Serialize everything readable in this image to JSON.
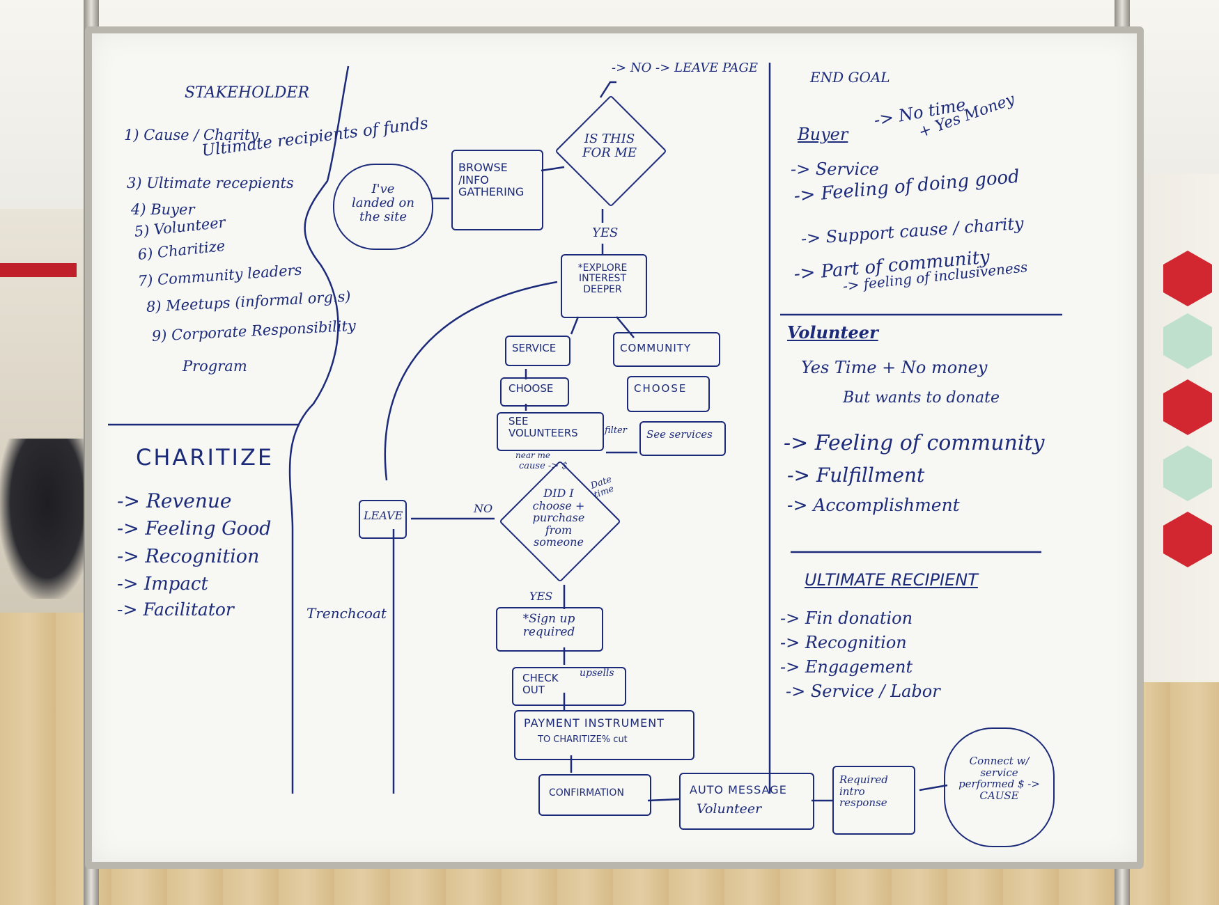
{
  "stakeholder": {
    "title": "STAKEHOLDER",
    "items": [
      "1) Cause / Charity",
      "Ultimate recipients of funds",
      "3) Ultimate recepients",
      "4) Buyer",
      "5) Volunteer",
      "6) Charitize",
      "7) Community leaders",
      "8) Meetups (informal org.s)",
      "9) Corporate Responsibility",
      "Program"
    ]
  },
  "charitize": {
    "title": "CHARITIZE",
    "items": [
      "-> Revenue",
      "-> Feeling Good",
      "-> Recognition",
      "-> Impact",
      "-> Facilitator"
    ]
  },
  "trenchcoat": "Trenchcoat",
  "flow": {
    "landed": "I've landed on the site",
    "browse": "BROWSE /INFO GATHERING",
    "is_this_for_me": "IS THIS FOR ME",
    "no_leave": "-> NO -> LEAVE PAGE",
    "yes1": "YES",
    "explore": "*EXPLORE INTEREST DEEPER",
    "service": "SERVICE",
    "community": "COMMUNITY",
    "choose1": "CHOOSE",
    "choose2": "CHOOSE",
    "see_volunteers": "SEE VOLUNTEERS",
    "filter": "filter",
    "see_services": "See services",
    "near_me": "near me",
    "cause_dollar": "cause -> $",
    "date_time": "Date time",
    "did_i_choose": "DID I choose + purchase from someone",
    "no2": "NO",
    "leave": "LEAVE",
    "yes2": "YES",
    "sign_up": "*Sign up required",
    "check_out": "CHECK OUT",
    "upsells": "upsells",
    "payment": "PAYMENT INSTRUMENT",
    "to_charitize": "TO CHARITIZE% cut",
    "confirmation": "CONFIRMATION",
    "auto_message": "AUTO MESSAGE",
    "volunteer": "Volunteer",
    "required_intro": "Required intro response",
    "connect": "Connect w/ service performed $ -> CAUSE"
  },
  "end_goal": {
    "title": "END GOAL",
    "buyer": "Buyer",
    "no_time": "-> No time",
    "yes_money": "+ Yes Money",
    "items": [
      "-> Service",
      "-> Feeling of doing good",
      "-> Support cause / charity",
      "-> Part of community",
      "-> feeling of inclusiveness"
    ]
  },
  "volunteer": {
    "title": "Volunteer",
    "line1": "Yes Time + No money",
    "line2": "But wants to donate",
    "items": [
      "-> Feeling of community",
      "-> Fulfillment",
      "-> Accomplishment"
    ]
  },
  "ultimate_recipient": {
    "title": "ULTIMATE RECIPIENT",
    "items": [
      "-> Fin donation",
      "-> Recognition",
      "-> Engagement",
      "-> Service / Labor"
    ]
  },
  "colors": {
    "ink": "#1c2a7a",
    "board": "#f7f7f4",
    "frame": "#b9b6ae"
  }
}
